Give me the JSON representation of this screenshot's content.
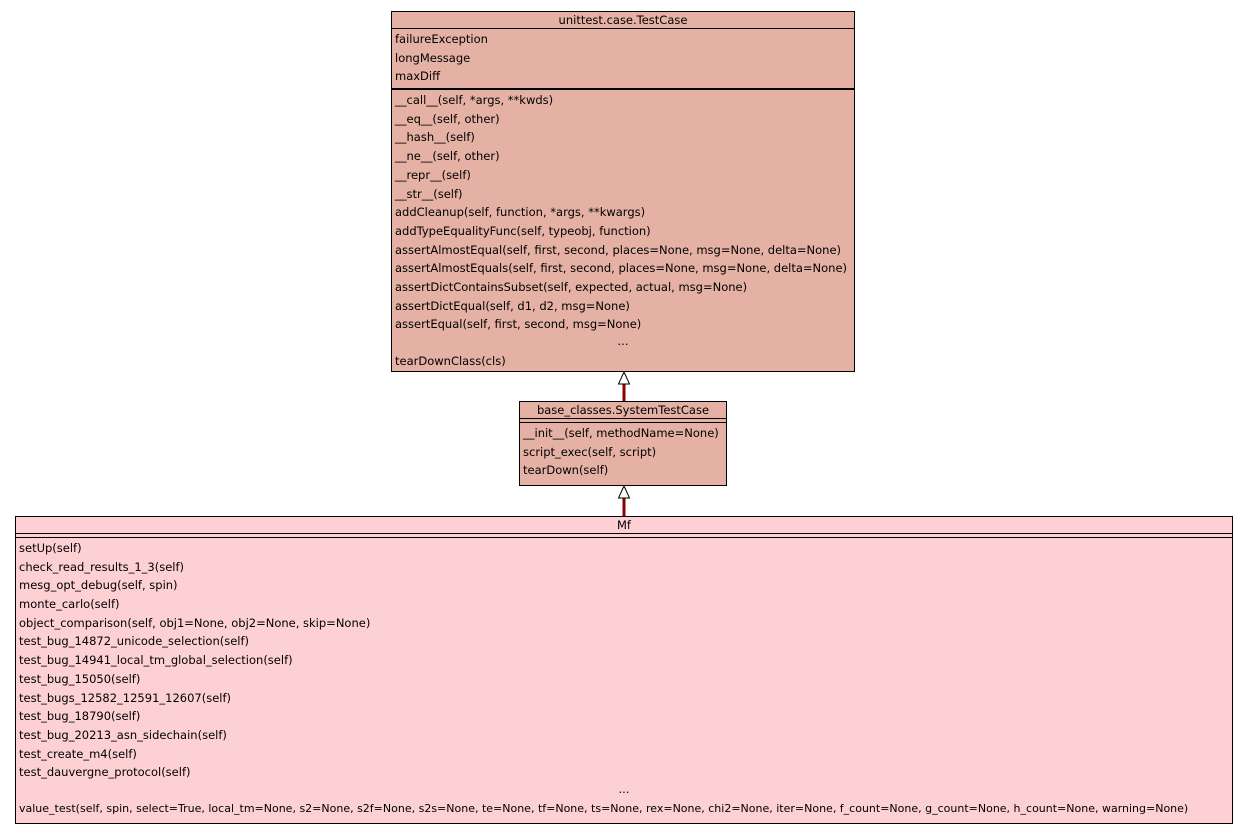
{
  "classes": {
    "testcase": {
      "name": "unittest.case.TestCase",
      "attributes": [
        "failureException",
        "longMessage",
        "maxDiff"
      ],
      "methods": [
        "__call__(self, *args, **kwds)",
        "__eq__(self, other)",
        "__hash__(self)",
        "__ne__(self, other)",
        "__repr__(self)",
        "__str__(self)",
        "addCleanup(self, function, *args, **kwargs)",
        "addTypeEqualityFunc(self, typeobj, function)",
        "assertAlmostEqual(self, first, second, places=None, msg=None, delta=None)",
        "assertAlmostEquals(self, first, second, places=None, msg=None, delta=None)",
        "assertDictContainsSubset(self, expected, actual, msg=None)",
        "assertDictEqual(self, d1, d2, msg=None)",
        "assertEqual(self, first, second, msg=None)"
      ],
      "ellipsis": "...",
      "last_method": "tearDownClass(cls)",
      "fill": "#e4b1a4"
    },
    "systemtestcase": {
      "name": "base_classes.SystemTestCase",
      "methods": [
        "__init__(self, methodName=None)",
        "script_exec(self, script)",
        "tearDown(self)"
      ],
      "fill": "#e4b1a4"
    },
    "mf": {
      "name": "Mf",
      "methods": [
        "setUp(self)",
        "check_read_results_1_3(self)",
        "mesg_opt_debug(self, spin)",
        "monte_carlo(self)",
        "object_comparison(self, obj1=None, obj2=None, skip=None)",
        "test_bug_14872_unicode_selection(self)",
        "test_bug_14941_local_tm_global_selection(self)",
        "test_bug_15050(self)",
        "test_bugs_12582_12591_12607(self)",
        "test_bug_18790(self)",
        "test_bug_20213_asn_sidechain(self)",
        "test_create_m4(self)",
        "test_dauvergne_protocol(self)"
      ],
      "ellipsis": "...",
      "last_method": "value_test(self, spin, select=True, local_tm=None, s2=None, s2f=None, s2s=None, te=None, tf=None, ts=None, rex=None, chi2=None, iter=None, f_count=None, g_count=None, h_count=None, warning=None)",
      "fill": "#fdd0d4"
    }
  },
  "edges": [
    {
      "from": "systemtestcase",
      "to": "testcase",
      "type": "inheritance",
      "color": "#8b0000"
    },
    {
      "from": "mf",
      "to": "systemtestcase",
      "type": "inheritance",
      "color": "#8b0000"
    }
  ]
}
